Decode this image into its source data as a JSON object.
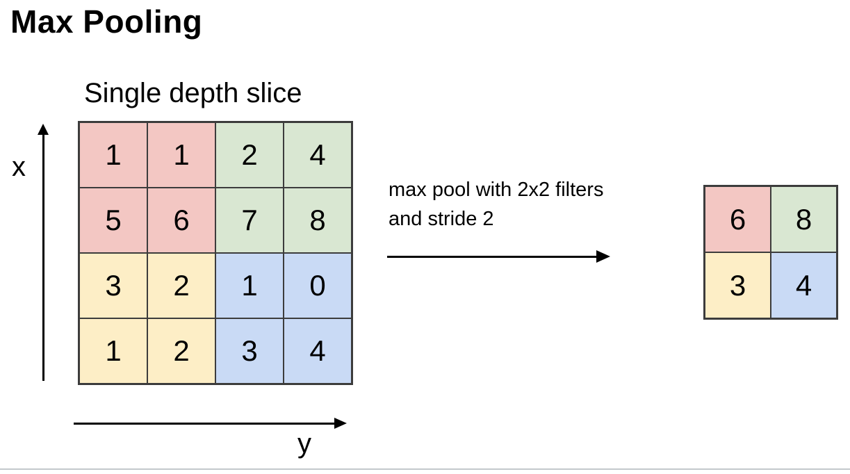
{
  "title": "Max Pooling",
  "colors": {
    "pink": "#f3c7c3",
    "green": "#d9e7d2",
    "yellow": "#fdeec6",
    "blue": "#c9daf5",
    "border": "#3c3c3c",
    "divider": "#c3c8cc"
  },
  "axes": {
    "x_label": "x",
    "y_label": "y"
  },
  "input_grid": {
    "label": "Single depth slice",
    "rows": 4,
    "cols": 4,
    "cells": [
      {
        "value": "1",
        "color": "pink"
      },
      {
        "value": "1",
        "color": "pink"
      },
      {
        "value": "2",
        "color": "green"
      },
      {
        "value": "4",
        "color": "green"
      },
      {
        "value": "5",
        "color": "pink"
      },
      {
        "value": "6",
        "color": "pink"
      },
      {
        "value": "7",
        "color": "green"
      },
      {
        "value": "8",
        "color": "green"
      },
      {
        "value": "3",
        "color": "yellow"
      },
      {
        "value": "2",
        "color": "yellow"
      },
      {
        "value": "1",
        "color": "blue"
      },
      {
        "value": "0",
        "color": "blue"
      },
      {
        "value": "1",
        "color": "yellow"
      },
      {
        "value": "2",
        "color": "yellow"
      },
      {
        "value": "3",
        "color": "blue"
      },
      {
        "value": "4",
        "color": "blue"
      }
    ]
  },
  "annotation": {
    "line1": "max pool with 2x2 filters",
    "line2": "and stride 2"
  },
  "output_grid": {
    "rows": 2,
    "cols": 2,
    "cells": [
      {
        "value": "6",
        "color": "pink"
      },
      {
        "value": "8",
        "color": "green"
      },
      {
        "value": "3",
        "color": "yellow"
      },
      {
        "value": "4",
        "color": "blue"
      }
    ]
  }
}
